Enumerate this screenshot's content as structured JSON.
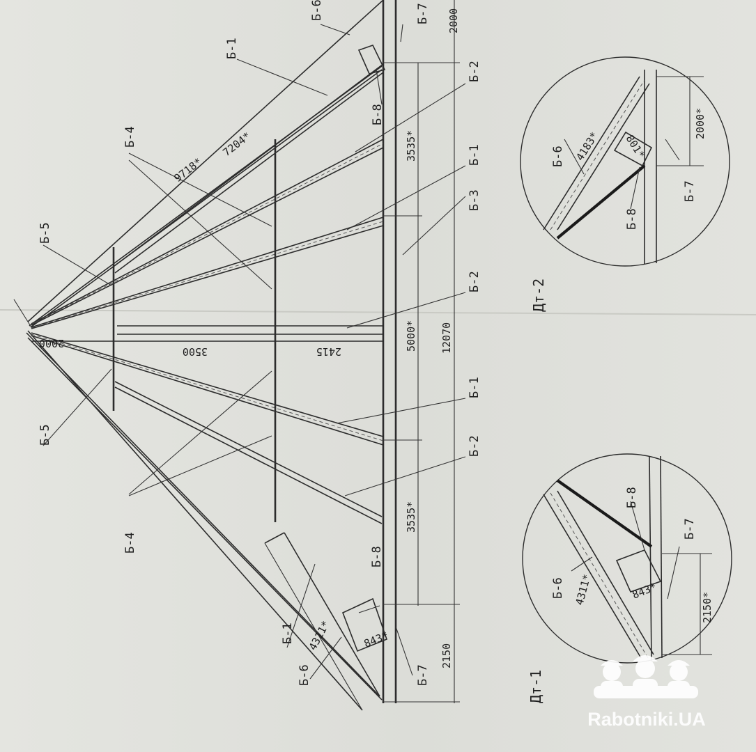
{
  "labels": {
    "b1": "Б-1",
    "b2": "Б-2",
    "b3": "Б-3",
    "b4": "Б-4",
    "b5": "Б-5",
    "b6": "Б-6",
    "b7": "Б-7",
    "b8": "Б-8",
    "b6_top": "Б-6",
    "b7_top": "Б-7"
  },
  "dimensions": {
    "d2000_top": "2000",
    "d2000_left": "2000",
    "d3500": "3500",
    "d2415": "2415",
    "d12070": "12070",
    "d5000": "5000*",
    "d3535a": "3535*",
    "d3535b": "3535*",
    "d2150": "2150",
    "d9718": "9718*",
    "d7204": "7204*",
    "d4311": "4311*",
    "d843": "843*"
  },
  "details": {
    "dt1": {
      "title": "Дт-1",
      "b6": "Б-6",
      "b7": "Б-7",
      "b8": "Б-8",
      "len": "4311*",
      "size": "843*",
      "height": "2150*"
    },
    "dt2": {
      "title": "Дт-2",
      "b6": "Б-6",
      "b7": "Б-7",
      "b8": "Б-8",
      "len": "4183*",
      "size": "801*",
      "height": "2000*"
    }
  },
  "watermark": {
    "text": "Rabotniki.UA"
  }
}
